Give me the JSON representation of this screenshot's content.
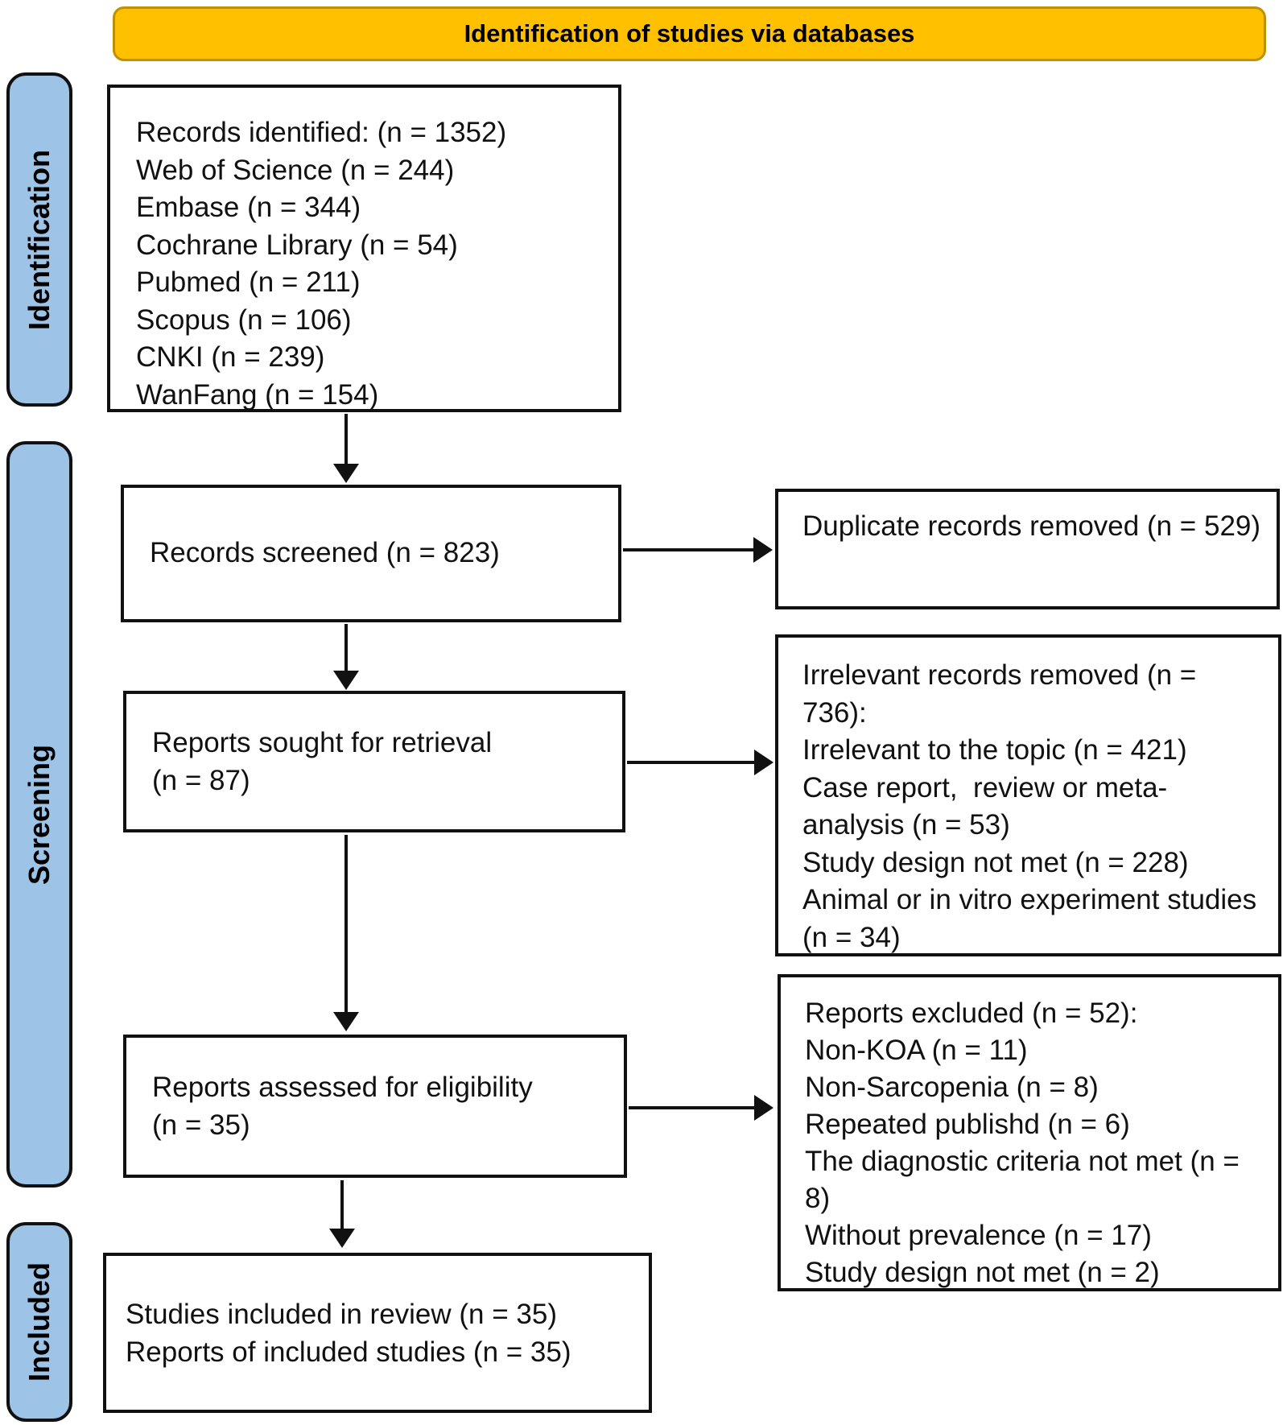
{
  "banner": {
    "title": "Identification of studies via databases"
  },
  "colors": {
    "banner_bg": "#FFC000",
    "banner_border": "#BF9000",
    "stage_bg": "#9DC3E6",
    "box_border": "#111111",
    "arrow": "#111111"
  },
  "stages": {
    "identification": "Identification",
    "screening": "Screening",
    "included": "Included"
  },
  "boxes": {
    "records_identified": {
      "lines": [
        "Records identified: (n = 1352)",
        "Web of Science (n = 244)",
        "Embase (n = 344)",
        "Cochrane Library (n = 54)",
        "Pubmed (n = 211)",
        "Scopus (n = 106)",
        "CNKI (n = 239)",
        "WanFang (n = 154)"
      ]
    },
    "records_screened": {
      "lines": [
        "Records screened (n = 823)"
      ]
    },
    "duplicate_records_removed": {
      "lines": [
        "Duplicate records removed (n = 529)"
      ]
    },
    "reports_sought": {
      "lines": [
        "Reports sought for retrieval",
        "(n = 87)"
      ]
    },
    "irrelevant_records_removed": {
      "lines": [
        "Irrelevant records removed (n = 736):",
        "Irrelevant to the topic (n = 421)",
        "Case report,  review or meta-analysis (n = 53)",
        "Study design not met (n = 228)",
        "Animal or in vitro experiment studies (n = 34)"
      ]
    },
    "reports_assessed": {
      "lines": [
        "Reports assessed for eligibility",
        "(n = 35)"
      ]
    },
    "reports_excluded": {
      "lines": [
        "Reports excluded (n = 52):",
        "Non-KOA (n = 11)",
        "Non-Sarcopenia (n = 8)",
        "Repeated publishd (n = 6)",
        "The diagnostic criteria not met (n = 8)",
        "Without prevalence (n = 17)",
        "Study design not met (n = 2)"
      ]
    },
    "studies_included": {
      "lines": [
        "Studies included in review (n = 35)",
        "Reports of included studies (n = 35)"
      ]
    }
  }
}
